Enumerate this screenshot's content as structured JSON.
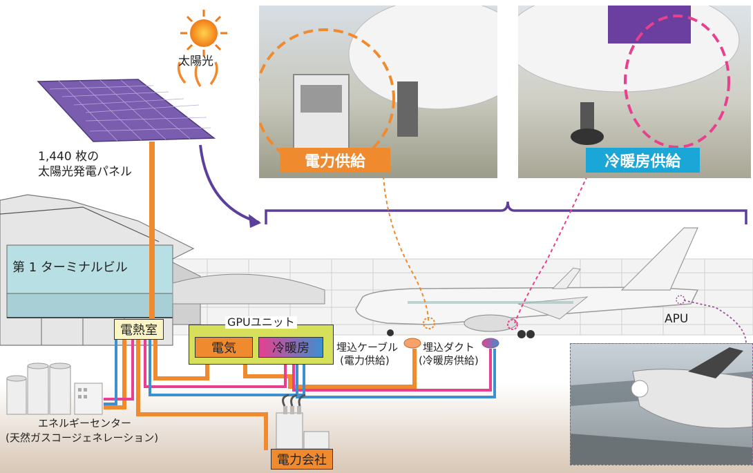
{
  "labels": {
    "sunlight": "太陽光",
    "panel_count": "1,440 枚の",
    "panel_name": "太陽光発電パネル",
    "terminal": "第 1 ターミナルビル",
    "heat_room": "電熱室",
    "gpu_unit": "GPUユニット",
    "gpu_electric": "電気",
    "gpu_hvac": "冷暖房",
    "buried_cable": "埋込ケーブル",
    "buried_cable_sub": "(電力供給)",
    "buried_duct": "埋込ダクト",
    "buried_duct_sub": "(冷暖房供給)",
    "apu": "APU",
    "energy_center": "エネルギーセンター",
    "energy_center_sub": "(天然ガスコージェネレーション)",
    "power_company": "電力会社"
  },
  "photos": {
    "power_supply_tag": "電力供給",
    "hvac_supply_tag": "冷暖房供給"
  },
  "colors": {
    "power_line": "#f08a2e",
    "hvac_pink": "#e8408f",
    "hvac_blue": "#3d8fd0",
    "tag_orange": "#f08a2e",
    "tag_cyan": "#1aa7d8",
    "solar_arrow": "#5b3f9a",
    "gpu_fill": "#d6e05a",
    "heat_room_fill": "#fbf4c4"
  }
}
